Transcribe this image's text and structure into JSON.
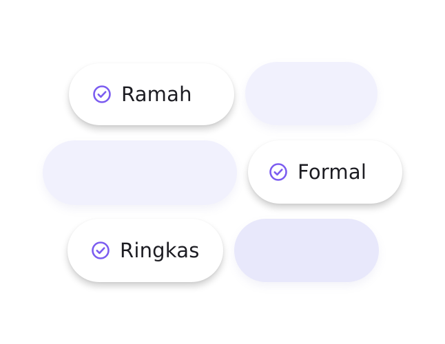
{
  "chips": [
    {
      "label": "Ramah",
      "icon": "check-circle-icon"
    },
    {
      "label": "Formal",
      "icon": "check-circle-icon"
    },
    {
      "label": "Ringkas",
      "icon": "check-circle-icon"
    }
  ],
  "colors": {
    "accent": "#7b5cf0",
    "chip_background": "#ffffff",
    "placeholder_background": "#f1f1fd",
    "placeholder_background_strong": "#e8e8fb",
    "text": "#1c1c22"
  }
}
